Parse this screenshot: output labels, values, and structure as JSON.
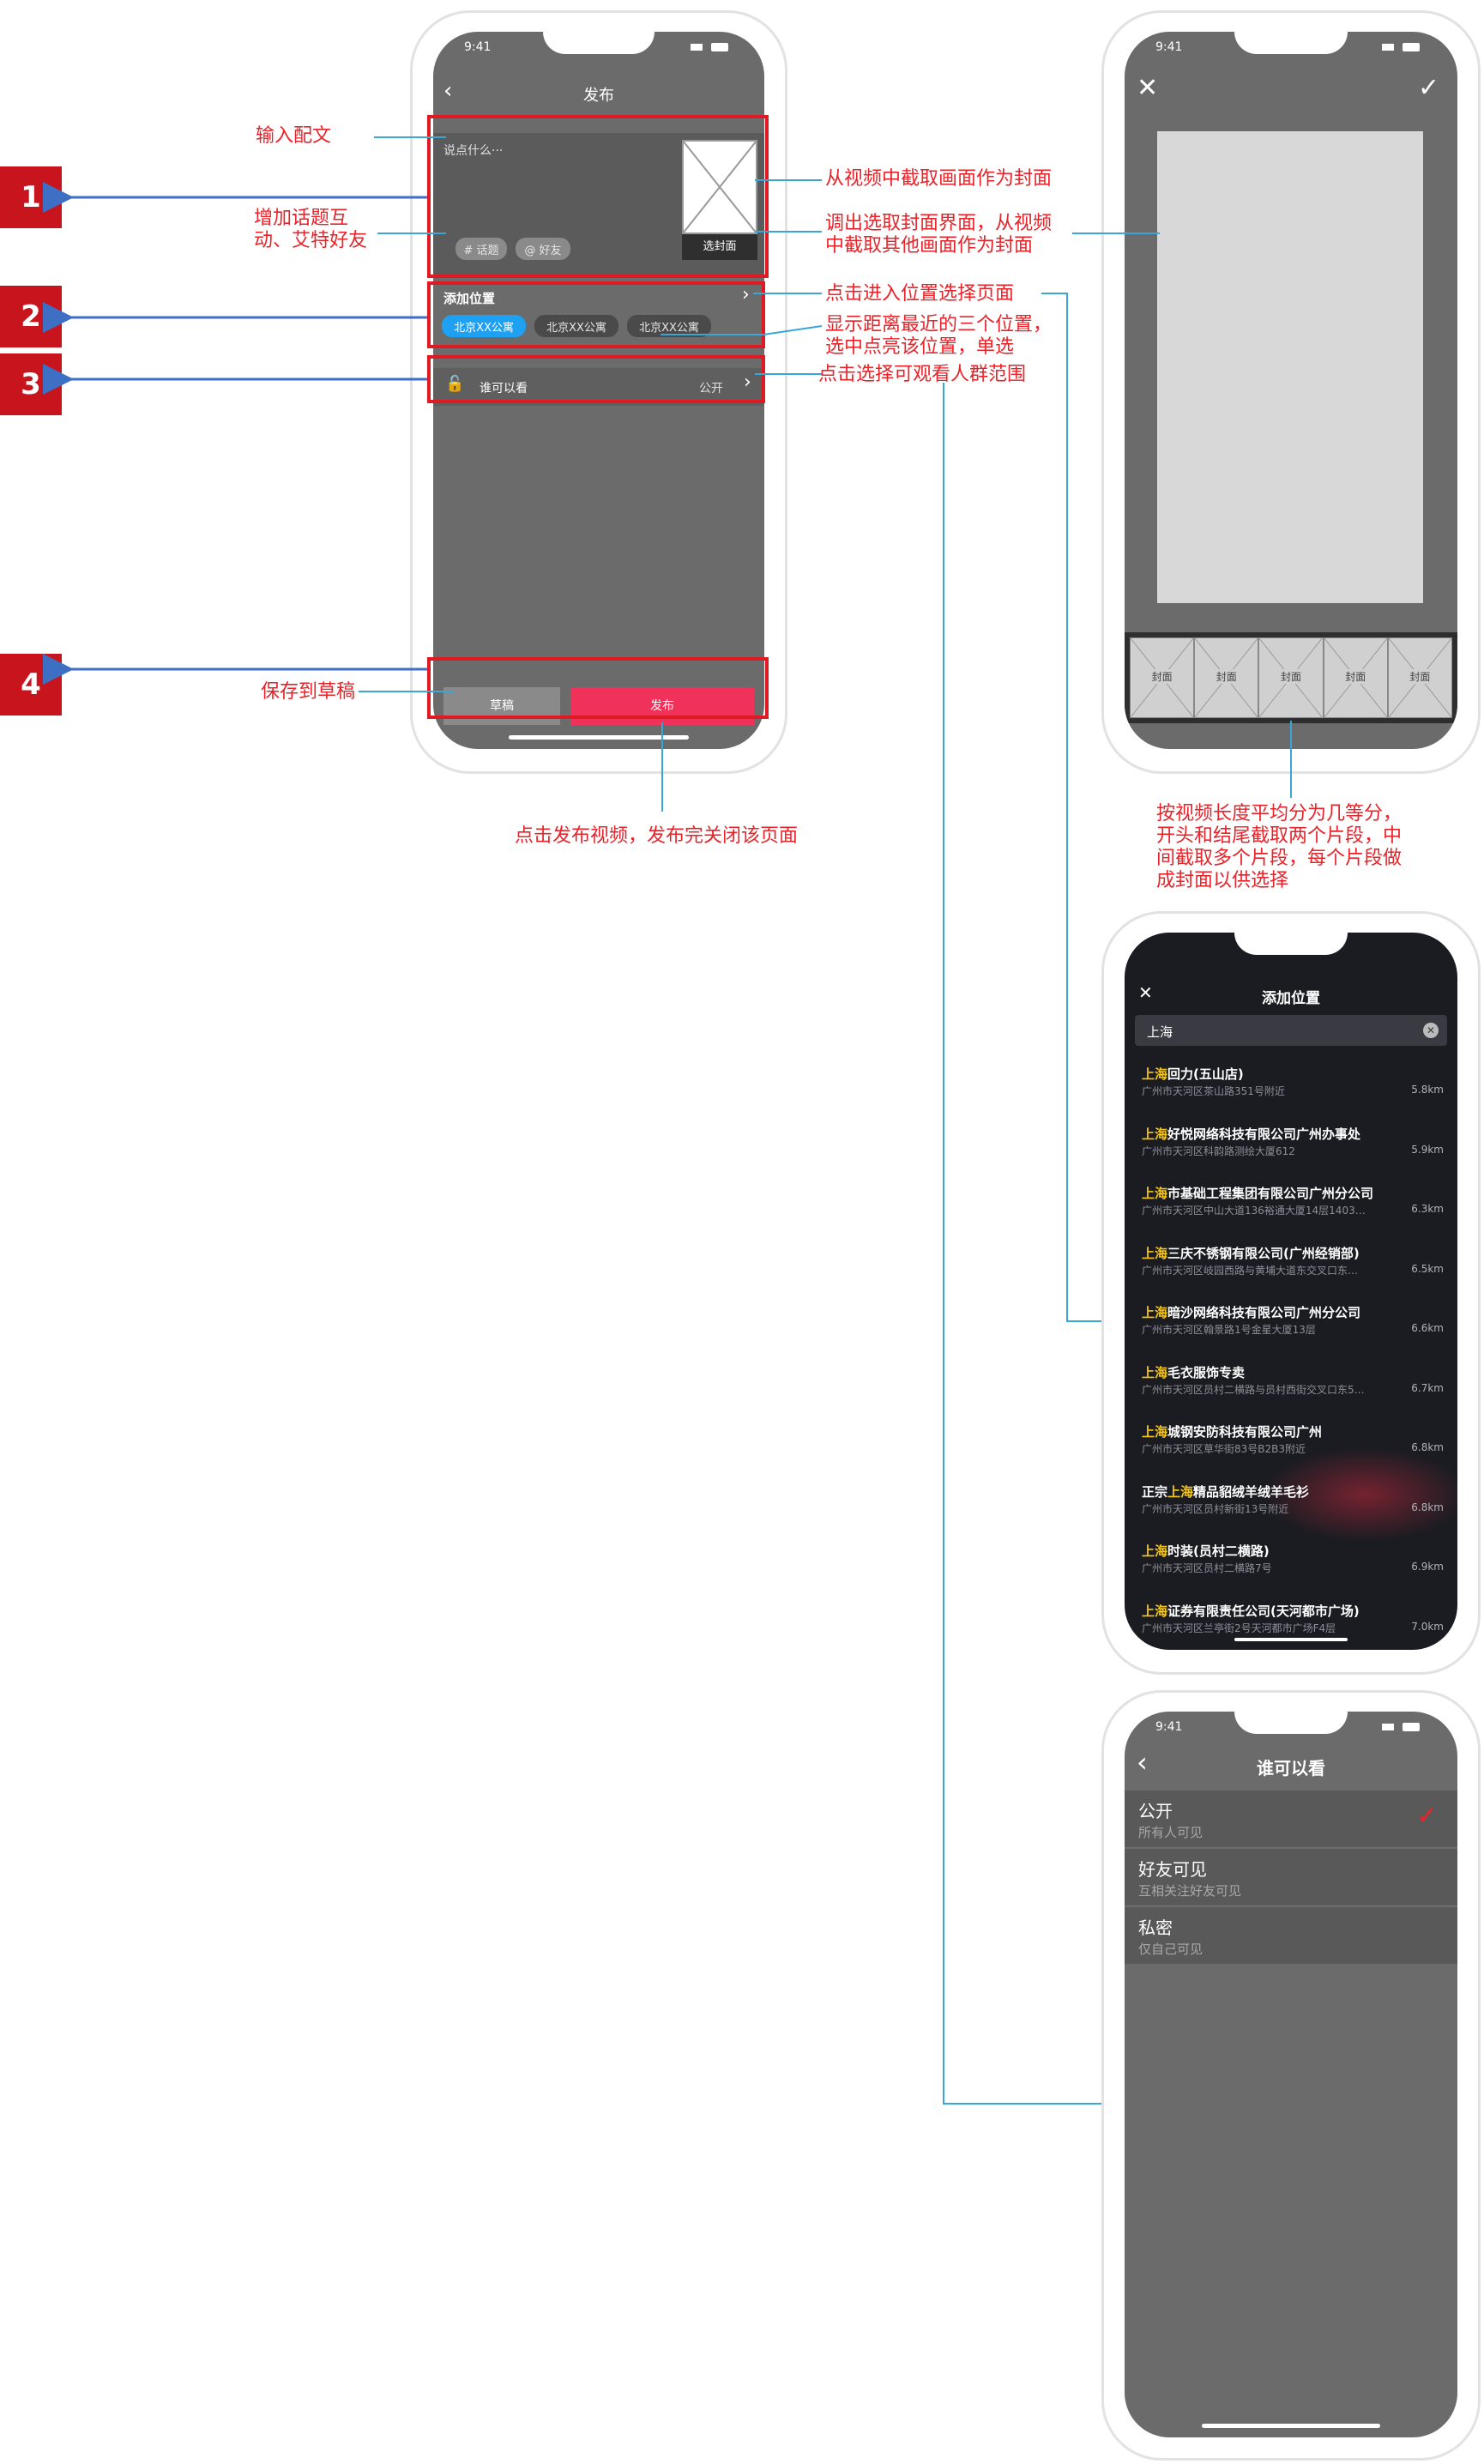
{
  "phone1": {
    "time": "9:41",
    "title": "发布",
    "placeholder": "说点什么···",
    "chip_topic": "# 话题",
    "chip_friend": "@ 好友",
    "cover_label": "选封面",
    "add_location": "添加位置",
    "loc_chips": [
      "北京XX公寓",
      "北京XX公寓",
      "北京XX公寓"
    ],
    "who_can_see": "谁可以看",
    "visibility_value": "公开",
    "draft": "草稿",
    "publish": "发布"
  },
  "badges": [
    "1",
    "2",
    "3",
    "4"
  ],
  "annotations": {
    "input_text": "输入配文",
    "topic_line1": "增加话题互",
    "topic_line2": "动、艾特好友",
    "cover_from_video": "从视频中截取画面作为封面",
    "cover_select_line1": "调出选取封面界面，从视频",
    "cover_select_line2": "中截取其他画面作为封面",
    "location_page": "点击进入位置选择页面",
    "nearest_line1": "显示距离最近的三个位置，",
    "nearest_line2": "选中点亮该位置，单选",
    "visibility_range": "点击选择可观看人群范围",
    "save_draft": "保存到草稿",
    "publish_note": "点击发布视频，发布完关闭该页面",
    "segment_line1": "按视频长度平均分为几等分，",
    "segment_line2": "开头和结尾截取两个片段，中",
    "segment_line3": "间截取多个片段，每个片段做",
    "segment_line4": "成封面以供选择"
  },
  "phone2": {
    "time": "9:41",
    "frames": [
      "封面",
      "封面",
      "封面",
      "封面",
      "封面"
    ]
  },
  "phone3": {
    "title": "添加位置",
    "search_value": "上海",
    "items": [
      {
        "hl": "上海",
        "rest": "回力(五山店)",
        "pre": "",
        "addr": "广州市天河区茶山路351号附近",
        "dist": "5.8km"
      },
      {
        "hl": "上海",
        "rest": "好悦网络科技有限公司广州办事处",
        "pre": "",
        "addr": "广州市天河区科韵路测绘大厦612",
        "dist": "5.9km"
      },
      {
        "hl": "上海",
        "rest": "市基础工程集团有限公司广州分公司",
        "pre": "",
        "addr": "广州市天河区中山大道136裕通大厦14层1403…",
        "dist": "6.3km"
      },
      {
        "hl": "上海",
        "rest": "三庆不锈钢有限公司(广州经销部)",
        "pre": "",
        "addr": "广州市天河区岐园西路与黄埔大道东交叉口东…",
        "dist": "6.5km"
      },
      {
        "hl": "上海",
        "rest": "暗沙网络科技有限公司广州分公司",
        "pre": "",
        "addr": "广州市天河区翰景路1号金星大厦13层",
        "dist": "6.6km"
      },
      {
        "hl": "上海",
        "rest": "毛衣服饰专卖",
        "pre": "",
        "addr": "广州市天河区员村二横路与员村西街交叉口东5…",
        "dist": "6.7km"
      },
      {
        "hl": "上海",
        "rest": "城钢安防科技有限公司广州",
        "pre": "",
        "addr": "广州市天河区草华街83号B2B3附近",
        "dist": "6.8km"
      },
      {
        "hl": "上海",
        "rest": "精品貂绒羊绒羊毛衫",
        "pre": "正宗",
        "addr": "广州市天河区员村新街13号附近",
        "dist": "6.8km"
      },
      {
        "hl": "上海",
        "rest": "时装(员村二横路)",
        "pre": "",
        "addr": "广州市天河区员村二横路7号",
        "dist": "6.9km"
      },
      {
        "hl": "上海",
        "rest": "证券有限责任公司(天河都市广场)",
        "pre": "",
        "addr": "广州市天河区兰亭街2号天河都市广场F4层",
        "dist": "7.0km"
      }
    ]
  },
  "phone4": {
    "time": "9:41",
    "title": "谁可以看",
    "options": [
      {
        "title": "公开",
        "desc": "所有人可见"
      },
      {
        "title": "好友可见",
        "desc": "互相关注好友可见"
      },
      {
        "title": "私密",
        "desc": "仅自己可见"
      }
    ]
  },
  "colors": {
    "annotation_red": "#e8232a",
    "frame_red": "#e01a22",
    "badge_red": "#c8141c",
    "arrow_blue": "#3d6fc4",
    "publish_pink": "#f0325a",
    "selected_chip_blue": "#1ea1f2",
    "highlight_yellow": "#f5c518"
  }
}
